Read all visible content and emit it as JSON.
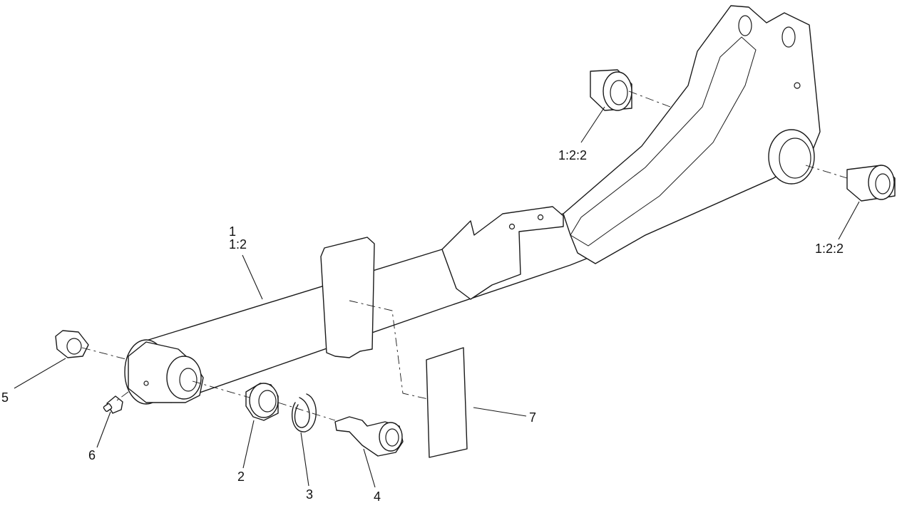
{
  "callouts": {
    "item_1": "1",
    "item_1_2": "1:2",
    "item_1_2_2_top": "1:2:2",
    "item_1_2_2_right": "1:2:2",
    "item_2": "2",
    "item_3": "3",
    "item_4": "4",
    "item_5": "5",
    "item_6": "6",
    "item_7": "7"
  },
  "colors": {
    "line": "#1a1a1a",
    "background": "#ffffff"
  }
}
